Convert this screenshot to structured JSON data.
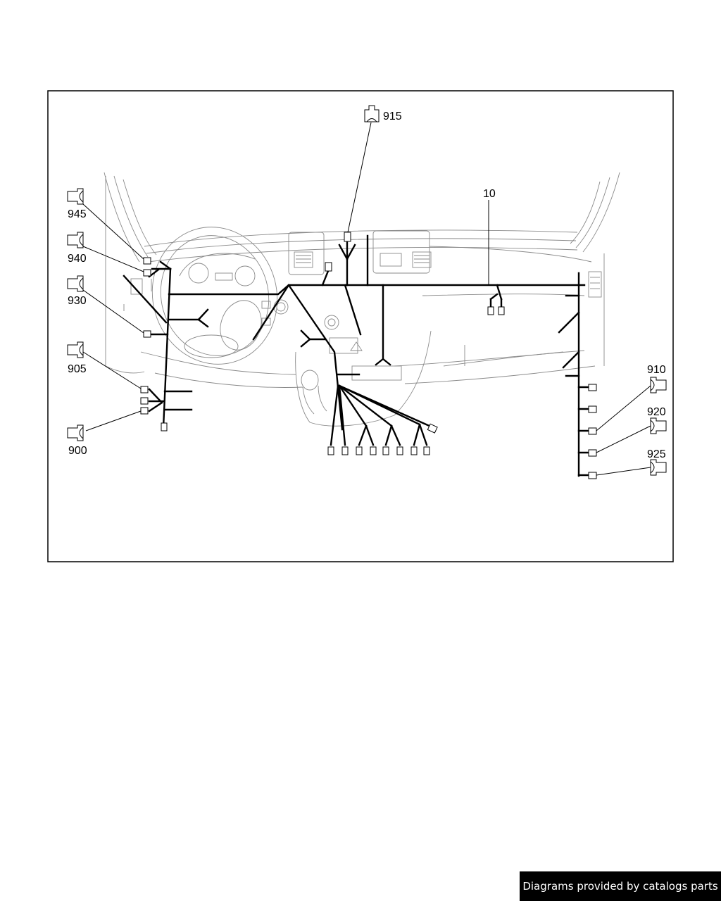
{
  "callouts": {
    "c915": "915",
    "c10": "10",
    "c945": "945",
    "c940": "940",
    "c930": "930",
    "c905": "905",
    "c900": "900",
    "c910": "910",
    "c920": "920",
    "c925": "925"
  },
  "footer": {
    "credit": "Diagrams provided by catalogs parts"
  }
}
